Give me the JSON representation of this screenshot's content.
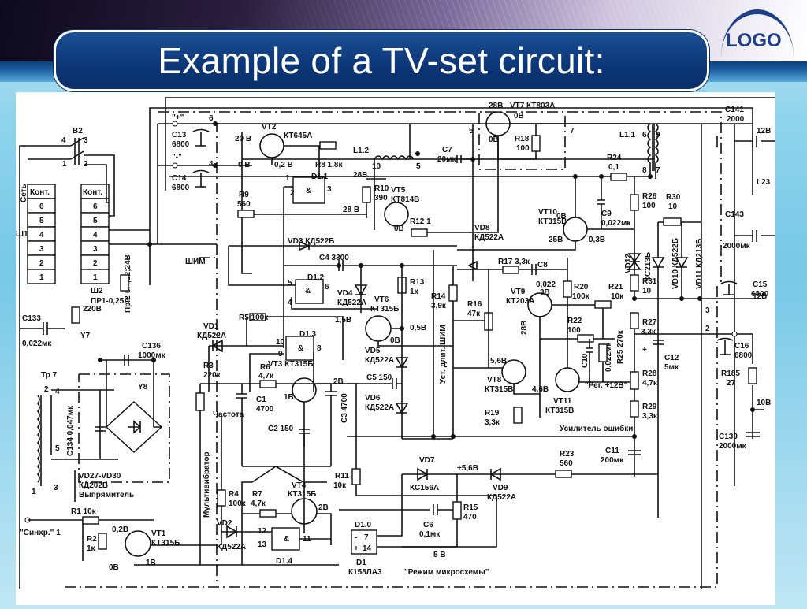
{
  "slide": {
    "title": "Example of a TV-set circuit:",
    "logo_text": "LOGO",
    "colors": {
      "title_bar": "#0c3677",
      "background": "#8fd3ec",
      "logo": "#1d3f8a"
    }
  },
  "schematic": {
    "connectors": {
      "sh1": {
        "label": "Ш1",
        "header": "Конт.",
        "side_label": "Сеть",
        "pins": [
          "6",
          "5",
          "4",
          "3",
          "2",
          "1"
        ]
      },
      "sh2": {
        "label": "Ш2",
        "header": "Конт.",
        "pins": [
          "6",
          "5",
          "4",
          "3",
          "2",
          "1"
        ]
      },
      "switch_b2": {
        "label": "В2",
        "pins": [
          "4",
          "3",
          "1",
          "2"
        ]
      }
    },
    "fuses": {
      "pr1": "ПР1-0,25А",
      "pr2": "Пр.2-5А;12;24В",
      "v220": "220В",
      "y7": "Y7"
    },
    "rectifier": {
      "y8": "Y8",
      "tr7": "Тр 7",
      "tr_pins": [
        "2",
        "4",
        "5",
        "1",
        "3"
      ],
      "c133": [
        "C133",
        "0,022мк"
      ],
      "c134": "C134 0,047мк",
      "c136": [
        "C136",
        "1000мк"
      ],
      "diodes": [
        "VD27-VD30",
        "КД202В"
      ],
      "caption": "Выпрямитель"
    },
    "terminals": {
      "plus": "\"+\"",
      "minus": "\"-\"",
      "t6": "6",
      "t4": "4",
      "t3": "3",
      "t2": "2",
      "t5": "5",
      "t7": "7"
    },
    "caps_top": {
      "c13": [
        "C13",
        "6800"
      ],
      "c14": [
        "C14",
        "6800"
      ],
      "c7": [
        "C7",
        "20мк"
      ]
    },
    "vt2": {
      "name": "VT2",
      "type": "КТ645А",
      "v1": "20 В",
      "v2": "0 В",
      "v3": "0,2 В"
    },
    "r8": "R8 1,8к",
    "l12": {
      "name": "L1.2",
      "p10": "10",
      "p5": "5"
    },
    "d11": {
      "name": "D1.1",
      "p1": "1",
      "p2": "2",
      "p3": "3",
      "sym": "&"
    },
    "r9": [
      "R9",
      "560"
    ],
    "r10": [
      "R10",
      "390"
    ],
    "v28a": "28В",
    "v28b": "28 В",
    "vt5": {
      "name": "VT5",
      "type": "КТ814В",
      "v": "0В"
    },
    "r12": "R12 1",
    "vd8": [
      "VD8",
      "КД522А"
    ],
    "vt7": {
      "name": "VT7",
      "type": "КТ803А",
      "v1": "28В",
      "v2": "0В",
      "v3": "0В"
    },
    "r18": [
      "R18",
      "100"
    ],
    "l11": {
      "name": "L1.1",
      "p6": "6",
      "p9": "9",
      "p8": "8",
      "p7": "7"
    },
    "r24": [
      "R24",
      "0,1"
    ],
    "r26": [
      "R26",
      "100"
    ],
    "r30": [
      "R30",
      "10"
    ],
    "c141": [
      "C141",
      "2000"
    ],
    "c143": [
      "C143",
      "2000мк"
    ],
    "l23": "L23",
    "out12a": "12В",
    "out12b": "12В",
    "out10": "10В",
    "vt10": {
      "name": "VT10",
      "type": "КТ315В",
      "v1": "0В",
      "v2": "25В",
      "v3": "0,3В"
    },
    "c9": [
      "C9",
      "0,022мк"
    ],
    "vd12": [
      "VD12",
      "КС213Б"
    ],
    "vd10": "VD10 КД522Б",
    "vd11": "VD11 КД213Б",
    "r31": [
      "R31",
      "10"
    ],
    "c15": [
      "C15",
      "6800"
    ],
    "c16": [
      "C16",
      "6800"
    ],
    "r185": [
      "R185",
      "27"
    ],
    "c139": [
      "C139",
      "2000мк"
    ],
    "shim": "ШИМ",
    "vd3": "VD3 КД522Б",
    "c4": "C4 3300",
    "d12": {
      "name": "D1.2",
      "p5": "5",
      "p4": "4",
      "p6": "6",
      "sym": "&"
    },
    "vd4": [
      "VD4",
      "КД522А"
    ],
    "v15": "1,5В",
    "r13": [
      "R13",
      "1к"
    ],
    "vt6": {
      "name": "VT6",
      "type": "КТ315Б",
      "v1": "0,5В",
      "v2": "0В"
    },
    "vd5": [
      "VD5",
      "КД522А"
    ],
    "vd6": [
      "VD6",
      "КД522А"
    ],
    "c5": "C5 150",
    "r14": [
      "R14",
      "3,9к"
    ],
    "shim_adj": "Уст. длит. ШИМ",
    "r16": [
      "R16",
      "47к"
    ],
    "r17": "R17 3,3к",
    "c8": [
      "C8",
      "0,022"
    ],
    "vt9": {
      "name": "VT9",
      "type": "КТ203А",
      "v1": "3В",
      "v2": "28В"
    },
    "r20": [
      "R20",
      "100к"
    ],
    "r21": [
      "R21",
      "10к"
    ],
    "r22": [
      "R22",
      "100"
    ],
    "c10": [
      "C10",
      "0,022мк"
    ],
    "r25": "R25 270к",
    "r27": [
      "R27",
      "3,3к"
    ],
    "c12": [
      "C12",
      "5мк"
    ],
    "vt8": {
      "name": "VT8",
      "type": "КТ315В",
      "v1": "5,6В",
      "v2": "4,6В"
    },
    "vt11": {
      "name": "VT11",
      "type": "КТ315В"
    },
    "r28": [
      "R28",
      "4,7к"
    ],
    "reg12": "\"Рег. +12В\"",
    "r19": [
      "R19",
      "3,3к"
    ],
    "r29": [
      "R29",
      "3,3к"
    ],
    "error_amp": "Усилитель ошибки",
    "c11": [
      "C11",
      "200мк"
    ],
    "r23": [
      "R23",
      "560"
    ],
    "vd9": [
      "VD9",
      "КД522А"
    ],
    "v56": "+5,6В",
    "vd7": [
      "VD7",
      "КС156А"
    ],
    "r15": [
      "R15",
      "470"
    ],
    "c6": [
      "C6",
      "0,1мк"
    ],
    "v5": "5 В",
    "d10": {
      "name": "D1.0",
      "minus": "-",
      "p7": "7",
      "plus": "+",
      "p14": "14"
    },
    "d1": [
      "D1",
      "К158ЛА3"
    ],
    "chip_mode": "\"Режим микросхемы\"",
    "r11": [
      "R11",
      "10к"
    ],
    "vd1": [
      "VD1",
      "КД522А"
    ],
    "r5": "R5 100к",
    "d13": {
      "name": "D1.3",
      "p10": "10",
      "p9": "9",
      "p8": "8",
      "sym": "&"
    },
    "r3": [
      "R3",
      "220к"
    ],
    "freq": "Частота",
    "r6": [
      "R6",
      "4,7к"
    ],
    "vt3": {
      "name": "VT3 КТ315Б",
      "v1": "1В",
      "v2": "2В"
    },
    "c1": [
      "C1",
      "4700"
    ],
    "c3": "C3 4700",
    "c2": "C2 150",
    "multivib": "Мультивибратор",
    "r4": [
      "R4",
      "100к"
    ],
    "r7": [
      "R7",
      "4,7к"
    ],
    "vt4": {
      "name": "VT4",
      "type": "КТ315Б",
      "v": "2В"
    },
    "vd2": [
      "VD2",
      "КД522А"
    ],
    "d14": {
      "name": "D1.4",
      "p12": "12",
      "p13": "13",
      "p11": "11",
      "sym": "&"
    },
    "sync": "\"Синхр.\" 1",
    "r1": "R1 10к",
    "r2": [
      "R2",
      "1к"
    ],
    "vt1": {
      "name": "VT1",
      "type": "КТ315Б",
      "v1": "0,2В",
      "v2": "0В",
      "v3": "1В"
    }
  }
}
